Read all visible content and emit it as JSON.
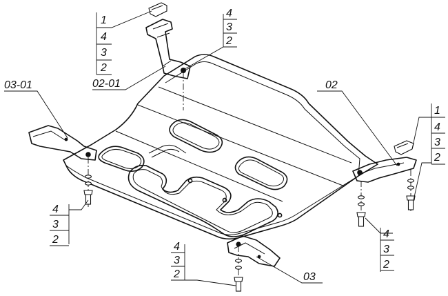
{
  "parts": {
    "bracket_front_left": "03-01",
    "bracket_rear_left": "02-01",
    "bracket_rear_right": "02",
    "bracket_front_right": "03"
  },
  "stacks": {
    "top_left": [
      "1",
      "4",
      "3",
      "2"
    ],
    "top_center": [
      "4",
      "3",
      "2"
    ],
    "right": [
      "1",
      "4",
      "3",
      "2"
    ],
    "left_bottom": [
      "4",
      "3",
      "2"
    ],
    "bottom_center": [
      "4",
      "3",
      "2"
    ],
    "right_bottom": [
      "4",
      "3",
      "2"
    ]
  }
}
